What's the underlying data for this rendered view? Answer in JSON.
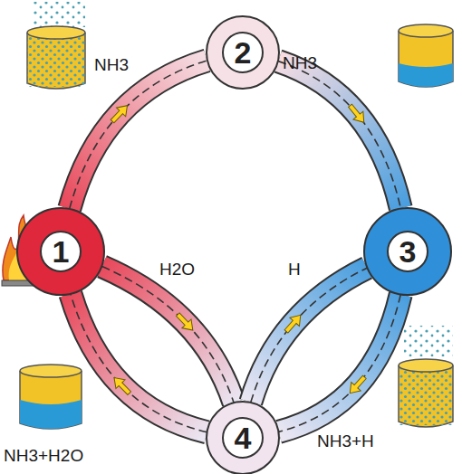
{
  "diagram": {
    "nodes": [
      {
        "text": [
          "1"
        ]
      },
      {
        "text": [
          "2"
        ]
      },
      {
        "text": [
          "3"
        ]
      },
      {
        "text": [
          "4"
        ]
      }
    ],
    "edges": [
      {
        "from": 0,
        "to": 1,
        "arrow": "to"
      },
      {
        "from": 1,
        "to": 2,
        "arrow": "to"
      },
      {
        "from": 0,
        "to": 3,
        "label": "H2O",
        "arrow": "to"
      },
      {
        "from": 3,
        "to": 0,
        "arrow": "to"
      },
      {
        "from": 2,
        "to": 3,
        "arrow": "to"
      },
      {
        "from": 3,
        "to": 2,
        "label": "H",
        "arrow": "to"
      }
    ],
    "labels": [
      "NH3",
      "NH3",
      "NH3+H2O",
      "NH3+H"
    ]
  }
}
